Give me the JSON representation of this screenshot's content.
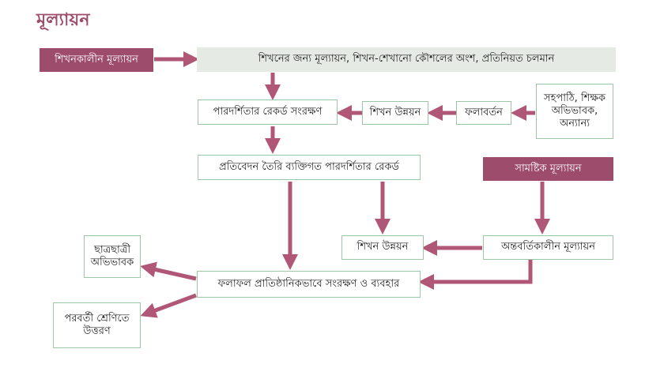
{
  "title": "মূল্যায়ন",
  "nodes": {
    "formative": "শিখনকালীন মূল্যায়ন",
    "learning_for": "শিখনের জন্য মূল্যায়ন, শিখন-শেখানো কৌশলের অংশ, প্রতিনিয়ত চলমান",
    "peers": "সহপাঠি, শিক্ষক অভিভাবক, অন্যান্য",
    "feedback": "ফলাবর্তন",
    "learning_dev1": "শিখন উন্নয়ন",
    "record_keep": "পারদর্শিতার রেকর্ড সংরক্ষণ",
    "report": "প্রতিবেদন তৈরি ব্যক্তিগত পারদর্শিতার রেকর্ড",
    "summative": "সামষ্টিক মূল্যায়ন",
    "learning_dev2": "শিখন উন্নয়ন",
    "interim": "অন্তবর্তিকালীন মূল্যায়ন",
    "students_parents": "ছাত্রছাত্রী অভিভাবক",
    "results": "ফলাফল প্রাতিষ্ঠানিকভাবে সংরক্ষণ ও ব্যবহার",
    "next_class": "পরবর্তী শ্রেণিতে উত্তরণ"
  },
  "colors": {
    "accent": "#9e4c6c",
    "border": "#9cc7a7",
    "band": "#e5ebe4"
  }
}
